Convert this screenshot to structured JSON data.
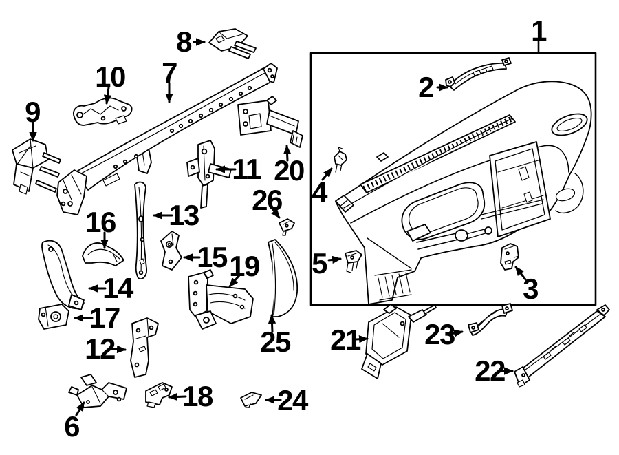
{
  "colors": {
    "background": "#ffffff",
    "line": "#000000",
    "text": "#000000"
  },
  "labels": [
    {
      "text": "1"
    },
    {
      "text": "2"
    },
    {
      "text": "3"
    },
    {
      "text": "4"
    },
    {
      "text": "5"
    },
    {
      "text": "6"
    },
    {
      "text": "7"
    },
    {
      "text": "8"
    },
    {
      "text": "9"
    },
    {
      "text": "10"
    },
    {
      "text": "11"
    },
    {
      "text": "12"
    },
    {
      "text": "13"
    },
    {
      "text": "14"
    },
    {
      "text": "15"
    },
    {
      "text": "16"
    },
    {
      "text": "17"
    },
    {
      "text": "18"
    },
    {
      "text": "19"
    },
    {
      "text": "20"
    },
    {
      "text": "21"
    },
    {
      "text": "22"
    },
    {
      "text": "23"
    },
    {
      "text": "24"
    },
    {
      "text": "25"
    },
    {
      "text": "26"
    }
  ]
}
